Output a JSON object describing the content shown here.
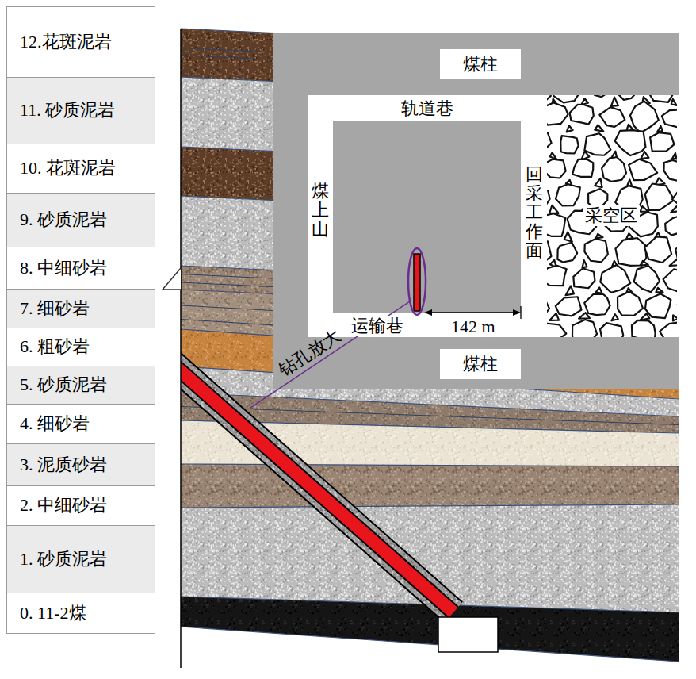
{
  "diagram": {
    "nodes": [
      {
        "text": [
          "12.花斑泥岩"
        ]
      },
      {
        "text": [
          "11. 砂质泥岩"
        ]
      },
      {
        "text": [
          "10. 花斑泥岩"
        ]
      },
      {
        "text": [
          "9. 砂质泥岩"
        ]
      },
      {
        "text": [
          "8. 中细砂岩"
        ]
      },
      {
        "text": [
          "7. 细砂岩"
        ]
      },
      {
        "text": [
          "6. 粗砂岩"
        ]
      },
      {
        "text": [
          "5. 砂质泥岩"
        ]
      },
      {
        "text": [
          "4. 细砂岩"
        ]
      },
      {
        "text": [
          "3. 泥质砂岩"
        ]
      },
      {
        "text": [
          "2. 中细砂岩"
        ]
      },
      {
        "text": [
          "1. 砂质泥岩"
        ]
      },
      {
        "text": [
          "0. 11-2煤"
        ]
      },
      {
        "text": [
          "煤柱"
        ]
      },
      {
        "text": [
          "煤柱"
        ]
      }
    ],
    "labels": [
      "轨道巷",
      "煤上山",
      "回采工作面",
      "采空区",
      "钻孔放大",
      "运输巷",
      "142 m"
    ]
  }
}
